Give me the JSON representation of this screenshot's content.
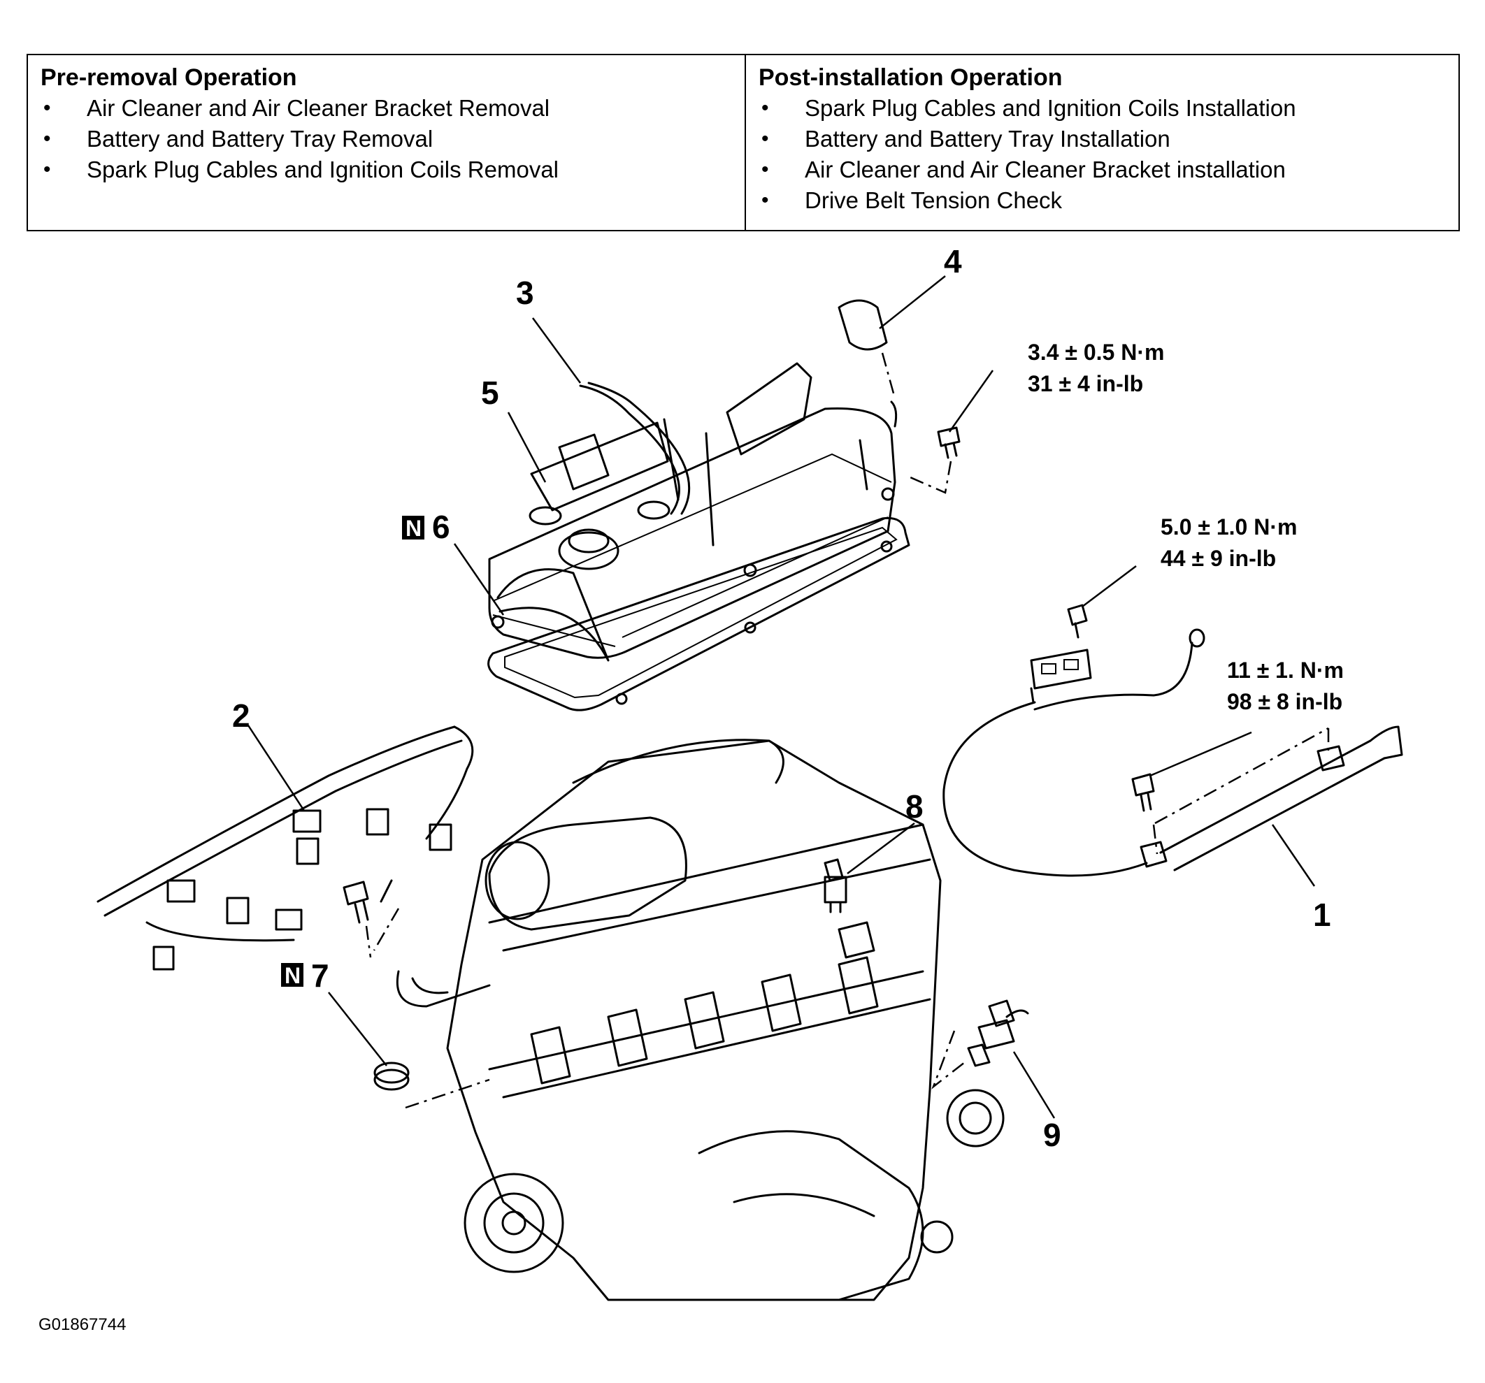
{
  "operations": {
    "pre_removal": {
      "heading": "Pre-removal Operation",
      "items": [
        "Air Cleaner and Air Cleaner Bracket Removal",
        "Battery and Battery Tray Removal",
        "Spark Plug Cables and Ignition Coils Removal"
      ]
    },
    "post_installation": {
      "heading": "Post-installation Operation",
      "items": [
        "Spark Plug Cables and Ignition Coils Installation",
        "Battery and Battery Tray Installation",
        "Air Cleaner and Air Cleaner Bracket installation",
        "Drive Belt Tension Check"
      ]
    }
  },
  "callouts": {
    "c1": "1",
    "c2": "2",
    "c3": "3",
    "c4": "4",
    "c5": "5",
    "c6": "6",
    "c7": "7",
    "c8": "8",
    "c9": "9",
    "n_marker": "N"
  },
  "torque": {
    "cover_bolt": {
      "metric": "3.4 ± 0.5 N·m",
      "imperial": "31 ± 4 in-lb"
    },
    "harness_bracket": {
      "metric": "5.0 ± 1.0 N·m",
      "imperial": "44 ± 9 in-lb"
    },
    "pipe_bracket": {
      "metric": "11 ± 1. N·m",
      "imperial": "98 ± 8 in-lb"
    }
  },
  "figure_id": "G01867744"
}
